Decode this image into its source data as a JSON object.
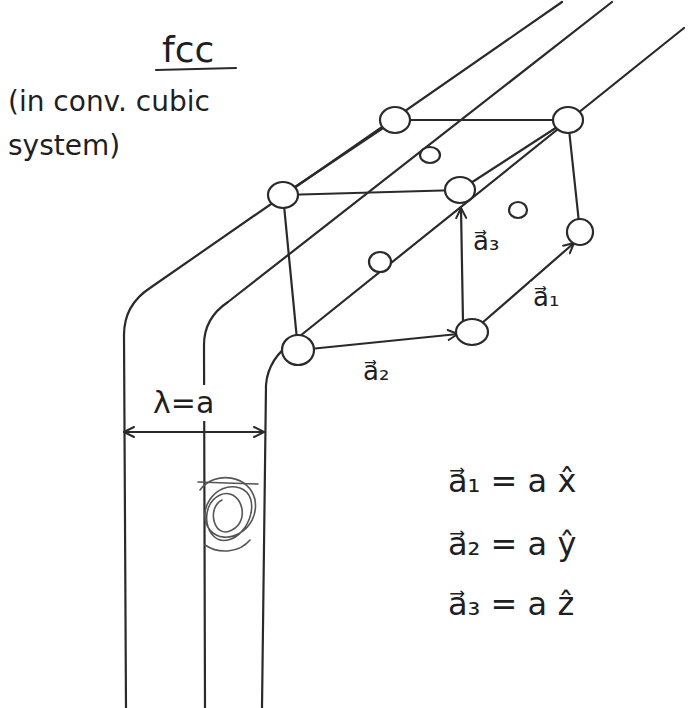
{
  "diagram": {
    "title": "fcc",
    "labels": [
      "(in conv. cubic system)",
      "λ=a",
      "a⃗₃",
      "a⃗₁",
      "a⃗₂",
      "a⃗₁ = a x̂",
      "a⃗₂ = a ŷ",
      "a⃗₃ = a ẑ"
    ]
  }
}
